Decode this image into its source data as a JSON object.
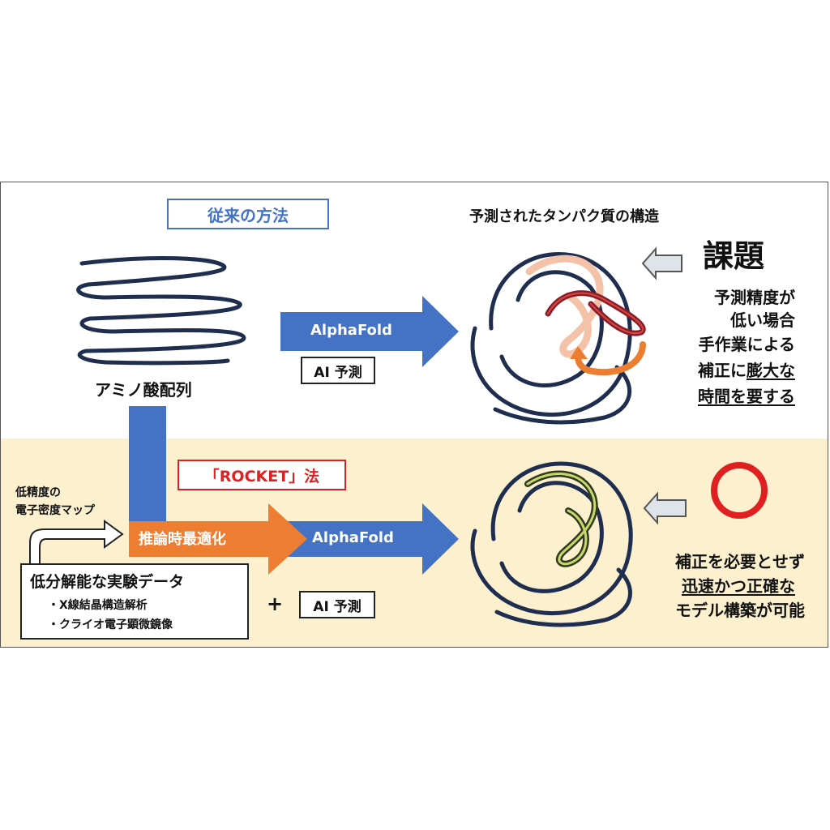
{
  "conventional": {
    "label": "従来の方法",
    "sequence_label": "アミノ酸配列",
    "alphafold_label": "AlphaFold",
    "ai_label": "AI 予測",
    "predicted_title": "予測されたタンパク質の構造",
    "problem_title": "課題",
    "problem_lines": [
      "予測精度が",
      "低い場合",
      "手作業による"
    ],
    "problem_line4_a": "補正に",
    "problem_line4_b": "膨大な",
    "problem_line5": "時間を要する"
  },
  "rocket": {
    "label": "「ROCKET」法",
    "map_line1": "低精度の",
    "map_line2": "電子密度マップ",
    "inference_label": "推論時最適化",
    "alphafold_label": "AlphaFold",
    "experimental_title": "低分解能な実験データ",
    "experimental_items": [
      "・X線結晶構造解析",
      "・クライオ電子顕微鏡像"
    ],
    "plus": "+",
    "ai_label": "AI 予測",
    "result_line1": "補正を必要とせず",
    "result_line2_a": "迅速かつ",
    "result_line2_b": "正確な",
    "result_line3": "モデル構築が可能"
  },
  "colors": {
    "blue": "#4472c4",
    "navy": "#1f2d4f",
    "orange": "#ed7d31",
    "red": "#e02020",
    "band": "#fcf0cf",
    "pink": "#f4c2a8",
    "green": "#c8d86a"
  }
}
